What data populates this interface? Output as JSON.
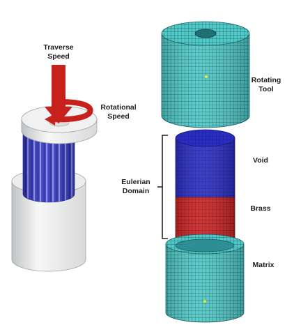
{
  "left_model": {
    "traverse_label": [
      "Traverse",
      "Speed"
    ],
    "rotation_label": [
      "Rotational",
      "Speed"
    ],
    "arrow_color": "#c8201a",
    "pin_color": "#3b3fc9"
  },
  "right_model": {
    "labels": {
      "rotating_tool": [
        "Rotating",
        "Tool"
      ],
      "void": "Void",
      "brass": "Brass",
      "matrix": "Matrix",
      "eulerian_domain": [
        "Eulerian",
        "Domain"
      ]
    },
    "colors": {
      "tool_mesh": "#4fc8c6",
      "void_mesh": "#2a2dc2",
      "brass_mesh": "#cc2424",
      "matrix_mesh": "#4fc8c6",
      "mesh_lines": "#1b4d55"
    }
  }
}
